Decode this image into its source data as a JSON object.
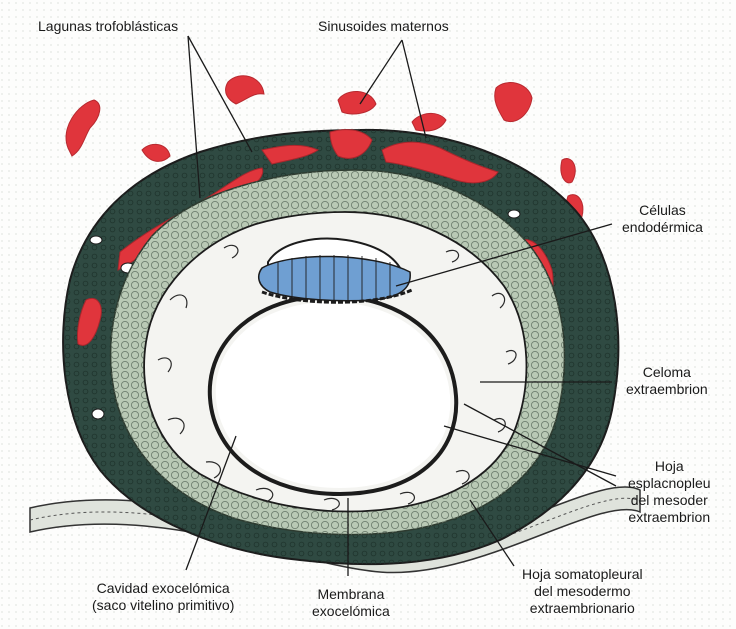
{
  "colors": {
    "background": "#fdfdfc",
    "syncytiotrophoblast": "#2f4a42",
    "lacunae_blood": "#e0353c",
    "cytotrophoblast": "#b9c9b5",
    "extraembryonic_coelom": "#f4f4f1",
    "epiblast": "#6f9fd2",
    "outline": "#1c1c1c"
  },
  "labels": {
    "lagunas": "Lagunas trofoblásticas",
    "sinusoides": "Sinusoides maternos",
    "celulas": [
      "Células",
      "endodérmica"
    ],
    "celoma": [
      "Celoma",
      "extraembrion"
    ],
    "hoja_espl": [
      "Hoja",
      "esplacnopleu",
      "del mesoder",
      "extraembrion"
    ],
    "hoja_soma": [
      "Hoja somatopleural",
      "del mesodermo",
      "extraembrionario"
    ],
    "membrana": [
      "Membrana",
      "exocelómica"
    ],
    "cavidad": [
      "Cavidad exocelómica",
      "(saco vitelino primitivo)"
    ]
  }
}
